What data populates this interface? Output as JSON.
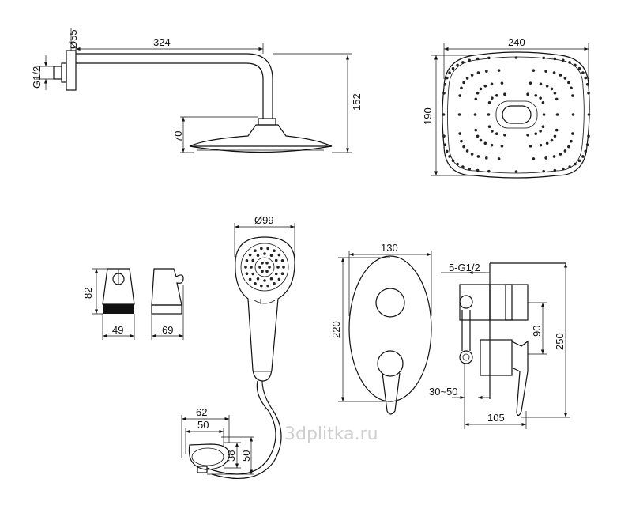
{
  "overhead_shower": {
    "thread_label": "G1/2",
    "flange_diameter_label": "Ø55",
    "arm_length_label": "324",
    "total_height_label": "152",
    "head_drop_label": "70"
  },
  "shower_head_top": {
    "width_label": "240",
    "depth_label": "190"
  },
  "wall_holder": {
    "height_label": "82",
    "front_width_label": "49",
    "side_depth_label": "69"
  },
  "hand_shower": {
    "diameter_label": "Ø99"
  },
  "hose_holder": {
    "outer_width_label": "62",
    "inner_width_label": "50",
    "inner_height_label": "38",
    "outer_height_label": "50"
  },
  "mixer_front": {
    "width_label": "130",
    "height_label": "220"
  },
  "mixer_side": {
    "thread_label": "5-G1/2",
    "spacing_label": "90",
    "height_label": "250",
    "wall_depth_label": "30~50",
    "depth_label": "105"
  },
  "watermark": "3dplitka.ru"
}
